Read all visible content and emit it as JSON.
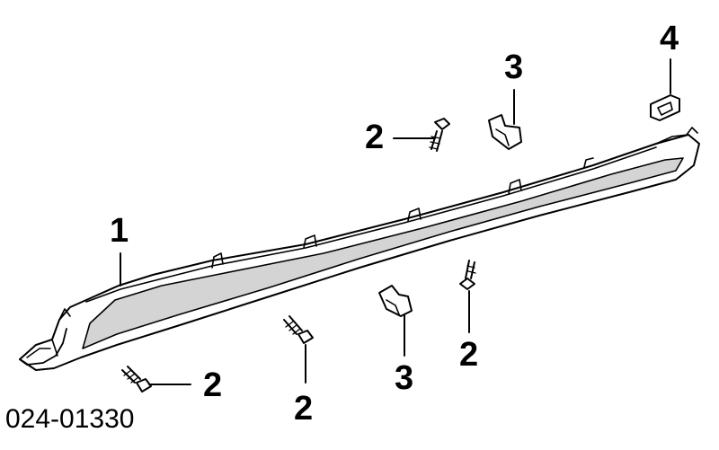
{
  "diagram": {
    "code": "024-01330",
    "callouts": [
      {
        "id": "c1",
        "label": "1"
      },
      {
        "id": "c2a",
        "label": "2"
      },
      {
        "id": "c2b",
        "label": "2"
      },
      {
        "id": "c2c",
        "label": "2"
      },
      {
        "id": "c2d",
        "label": "2"
      },
      {
        "id": "c3a",
        "label": "3"
      },
      {
        "id": "c3b",
        "label": "3"
      },
      {
        "id": "c4",
        "label": "4"
      }
    ]
  },
  "colors": {
    "ink": "#000000",
    "background": "#ffffff",
    "panel_shade": "#cfcfcf"
  }
}
